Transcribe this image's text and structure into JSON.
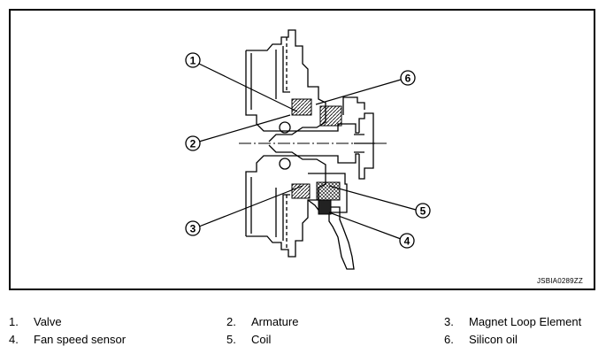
{
  "diagram": {
    "callouts": [
      "1",
      "2",
      "3",
      "4",
      "5",
      "6"
    ],
    "code": "JSBIA0289ZZ"
  },
  "legend": [
    {
      "num": "1.",
      "label": "Valve"
    },
    {
      "num": "2.",
      "label": "Armature"
    },
    {
      "num": "3.",
      "label": "Magnet Loop Element"
    },
    {
      "num": "4.",
      "label": "Fan speed sensor"
    },
    {
      "num": "5.",
      "label": "Coil"
    },
    {
      "num": "6.",
      "label": "Silicon oil"
    }
  ]
}
